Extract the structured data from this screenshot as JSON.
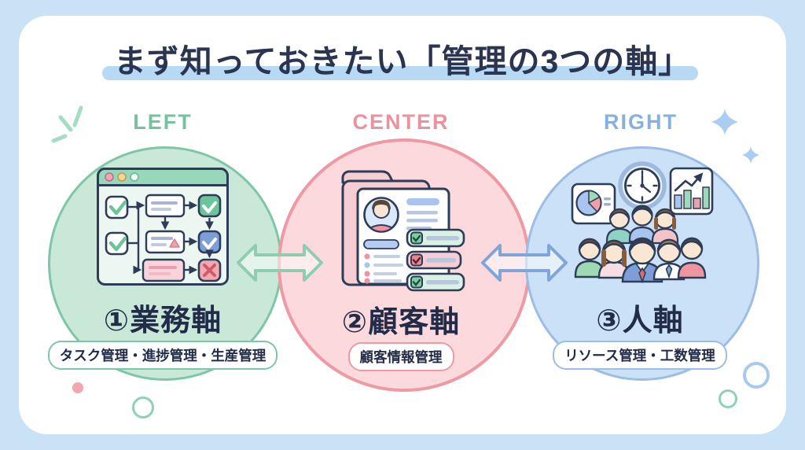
{
  "title": "まず知っておきたい「管理の3つの軸」",
  "columns": [
    {
      "position_label": "LEFT",
      "axis_label": "①業務軸",
      "sub_label": "タスク管理・進捗管理・生産管理",
      "accent_color": "#7fc6a9",
      "fill_color": "#c9e8d8",
      "position_label_color": "#76c29e",
      "icon": "task-flow-window-icon"
    },
    {
      "position_label": "CENTER",
      "axis_label": "②顧客軸",
      "sub_label": "顧客情報管理",
      "accent_color": "#ee9aa4",
      "fill_color": "#fbd9dd",
      "position_label_color": "#e8939e",
      "icon": "customer-profile-folder-icon"
    },
    {
      "position_label": "RIGHT",
      "axis_label": "③人軸",
      "sub_label": "リソース管理・工数管理",
      "accent_color": "#9cbde4",
      "fill_color": "#cbe1f7",
      "position_label_color": "#88b0de",
      "icon": "team-time-charts-icon"
    }
  ],
  "connectors": [
    {
      "between": "left-center",
      "type": "bidirectional-arrow",
      "color": "#8fccb2"
    },
    {
      "between": "center-right",
      "type": "bidirectional-arrow",
      "color": "#7fa6d6"
    }
  ],
  "colors": {
    "page_background": "#c9e2f6",
    "card_background": "#ffffff",
    "title_text": "#2b3450",
    "title_highlight": "#b7d9f4",
    "dark_outline": "#2e3d57"
  }
}
